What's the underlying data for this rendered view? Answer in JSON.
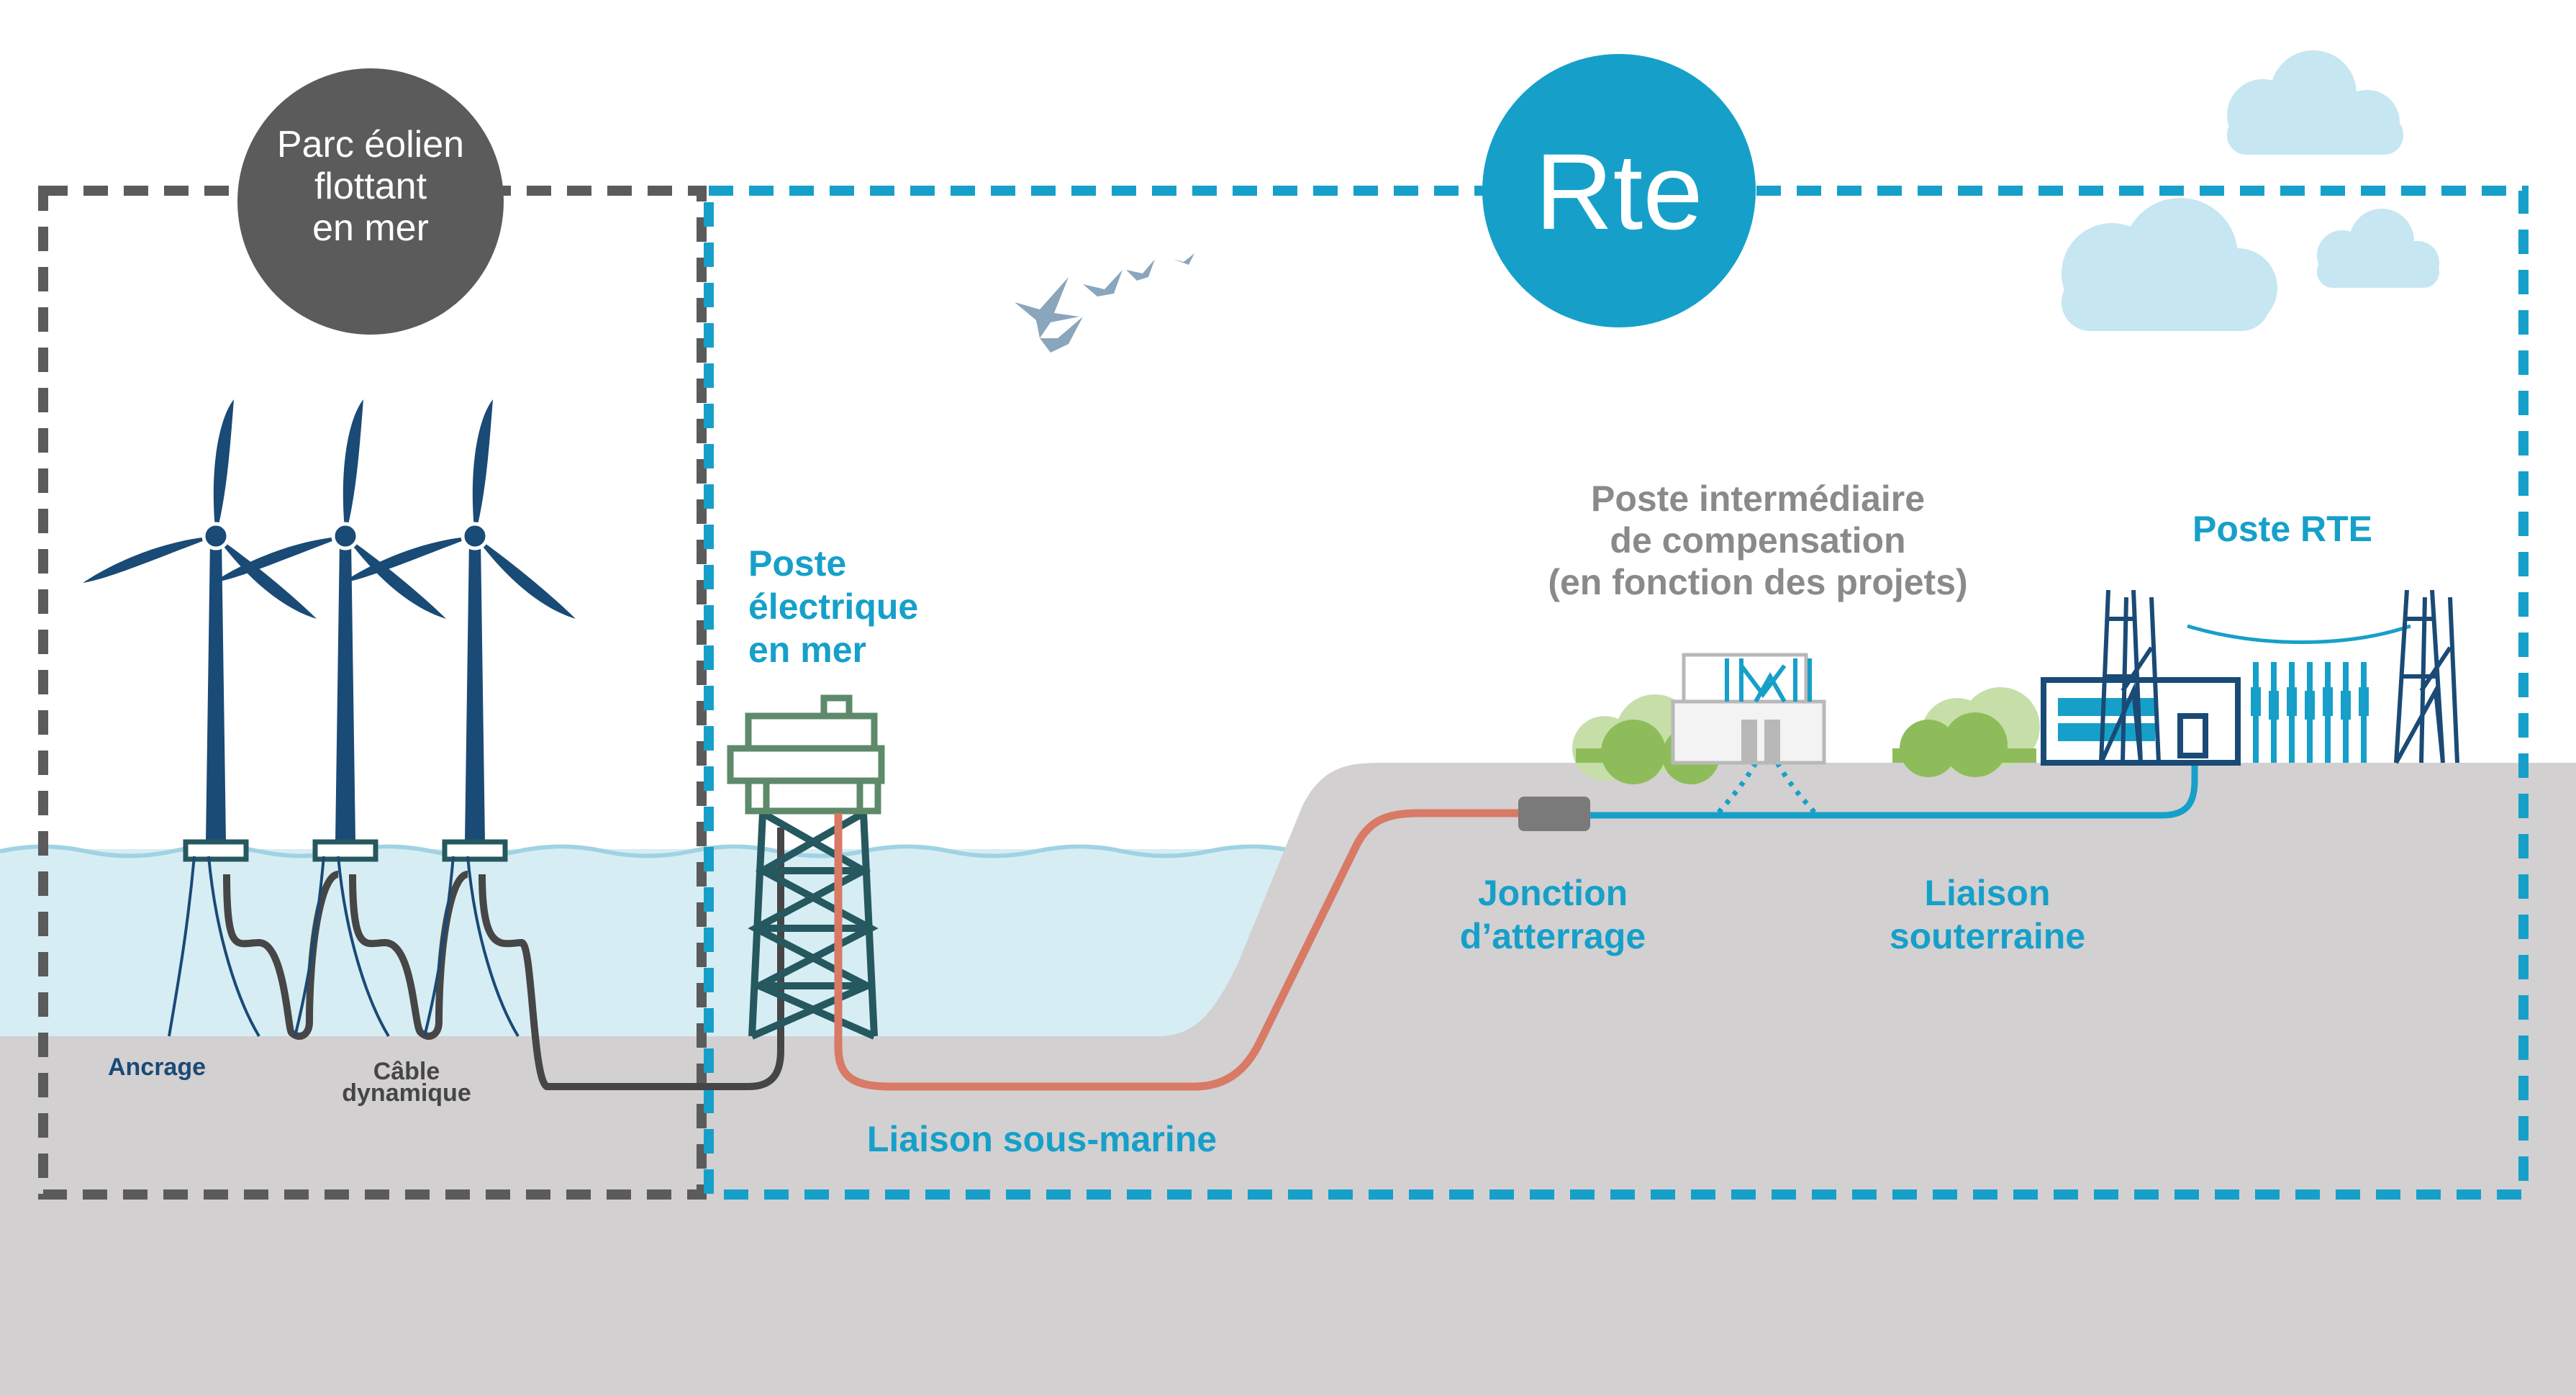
{
  "colors": {
    "rte_blue": "#16a0c9",
    "dark_navy": "#1a4a76",
    "dark_gray_box": "#5b5b5b",
    "gray_label": "#8a8a8a",
    "sea": "#d7edf4",
    "ground": "#d3d0d1",
    "subsea_cable": "#d87a66",
    "dynamic_cable": "#464646",
    "platform_green": "#5d8a6a",
    "bush_green": "#8fbc5a"
  },
  "parc_circle": {
    "line1": "Parc éolien",
    "line2": "flottant",
    "line3": "en mer"
  },
  "rte_logo": {
    "text": "Rte"
  },
  "labels": {
    "poste_mer": {
      "line1": "Poste",
      "line2": "électrique",
      "line3": "en mer"
    },
    "poste_intermediaire": {
      "line1": "Poste intermédiaire",
      "line2": "de compensation",
      "line3": "(en fonction des projets)"
    },
    "poste_rte": "Poste RTE",
    "jonction": {
      "line1": "Jonction",
      "line2": "d’atterrage"
    },
    "liaison_souterraine": {
      "line1": "Liaison",
      "line2": "souterraine"
    },
    "liaison_sous_marine": "Liaison sous-marine",
    "ancrage": "Ancrage",
    "cable_dynamique": {
      "line1": "Câble",
      "line2": "dynamique"
    }
  },
  "icons": [
    "wind-turbine-icon",
    "offshore-substation-icon",
    "birds-icon",
    "cloud-icon",
    "bush-icon",
    "substation-building-icon",
    "pylon-icon",
    "junction-box-icon"
  ]
}
